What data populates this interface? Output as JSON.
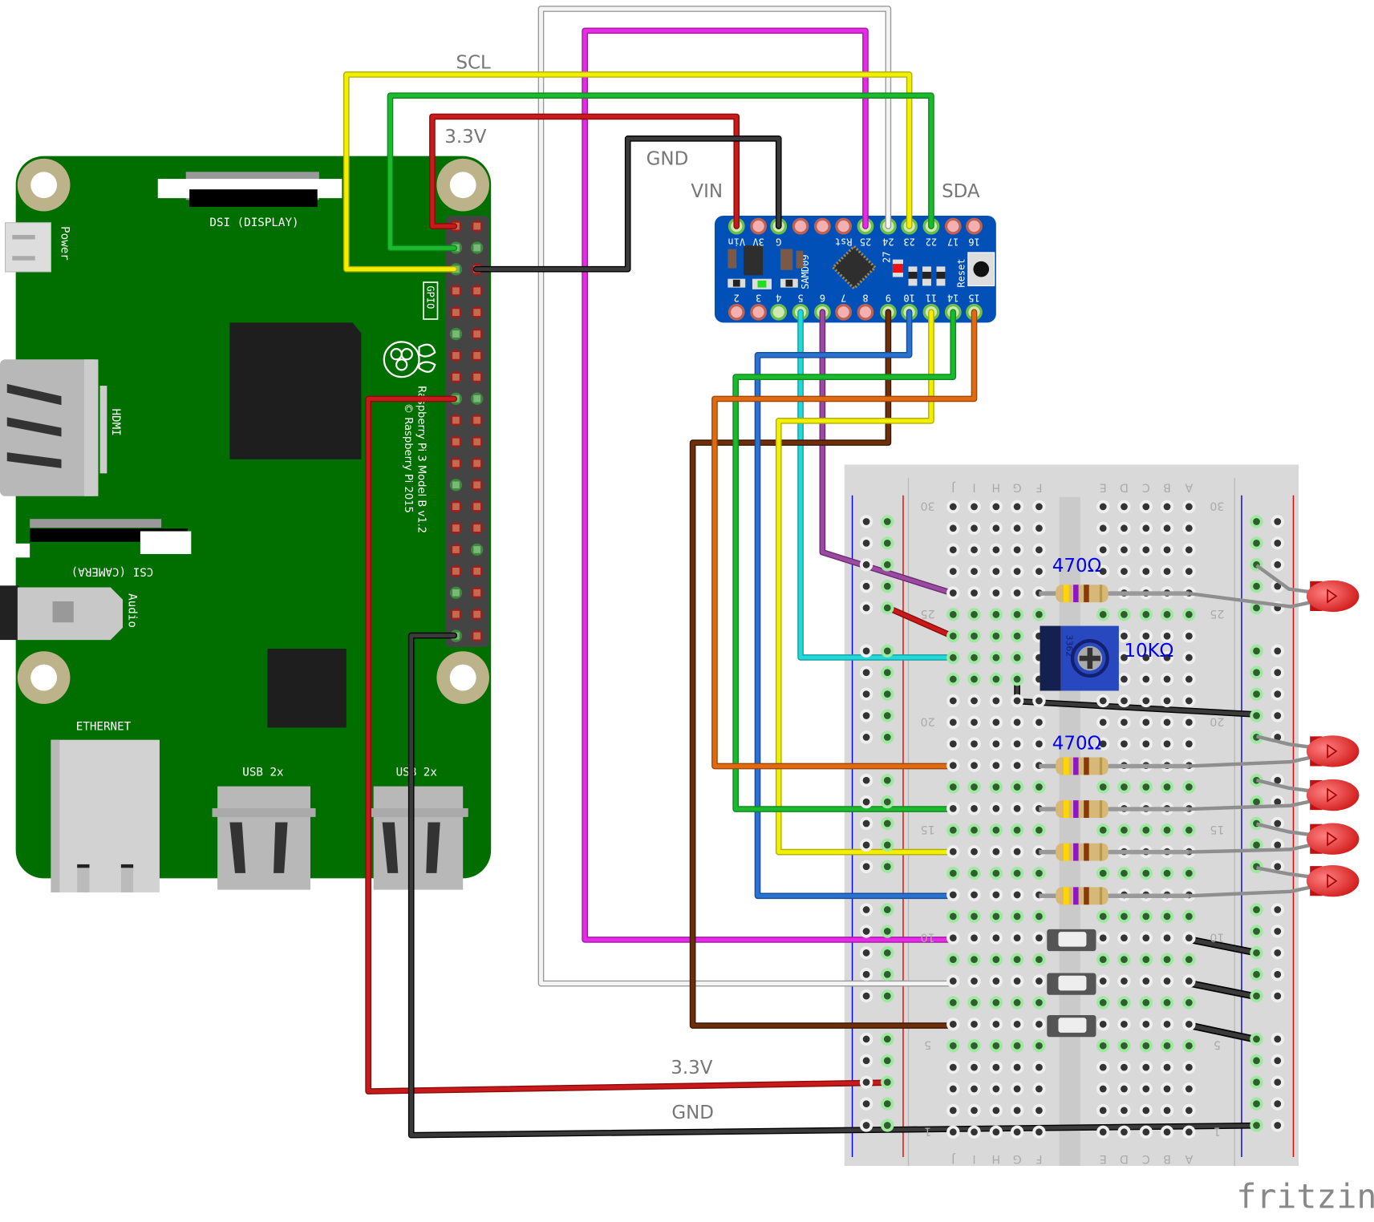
{
  "diagram": {
    "tool_logo": "fritzing",
    "raspberry_pi": {
      "model_text": "Raspberry Pi 3 Model B v1.2",
      "copyright_text": "© Raspberry Pi 2015",
      "labels": {
        "dsi": "DSI (DISPLAY)",
        "power": "Power",
        "hdmi": "HDMI",
        "csi": "CSI (CAMERA)",
        "audio": "Audio",
        "gpio": "GPIO",
        "ethernet": "ETHERNET",
        "usb1": "USB 2x",
        "usb2": "USB 2x"
      }
    },
    "samd09": {
      "name": "SAMD09",
      "reset_label": "Reset",
      "led_label": "27",
      "top_pins": [
        "Vin",
        "3V",
        "G",
        "",
        "",
        "Rst",
        "25",
        "24",
        "23",
        "22",
        "17",
        "16"
      ],
      "bottom_pins": [
        "2",
        "3",
        "4",
        "5",
        "6",
        "7",
        "8",
        "9",
        "10",
        "11",
        "14",
        "15"
      ]
    },
    "wire_labels": {
      "scl": "SCL",
      "sda": "SDA",
      "v33_top": "3.3V",
      "gnd_top": "GND",
      "vin": "VIN",
      "v33_bottom": "3.3V",
      "gnd_bottom": "GND"
    },
    "breadboard": {
      "column_letters_left": [
        "J",
        "I",
        "H",
        "G",
        "F"
      ],
      "column_letters_right": [
        "E",
        "D",
        "C",
        "B",
        "A"
      ],
      "row_numbers": [
        "30",
        "25",
        "20",
        "15",
        "10",
        "5",
        "1"
      ]
    },
    "components": {
      "resistor_top_value": "470Ω",
      "resistor_bank_value": "470Ω",
      "potentiometer_value": "10KΩ",
      "potentiometer_code": "3362",
      "led_count": 5,
      "button_count": 3,
      "resistor_count": 5
    },
    "colors": {
      "rpi_board": "#006F00",
      "samd_board": "#0050B8",
      "breadboard": "#D9D9D9",
      "wire_red": "#C8191B",
      "wire_black": "#2E2E2E",
      "wire_yellow": "#F2EF00",
      "wire_green": "#1BB92D",
      "wire_magenta": "#E52BE5",
      "wire_white": "#F0F0F0",
      "wire_cyan": "#23D8D8",
      "wire_purple": "#9A4AA0",
      "wire_brown": "#6E2E0A",
      "wire_blue": "#2A72D0",
      "wire_orange": "#E06A12",
      "wire_gray": "#8E8E8E",
      "resistor_label": "#0000EE",
      "led": "#E02020"
    }
  }
}
